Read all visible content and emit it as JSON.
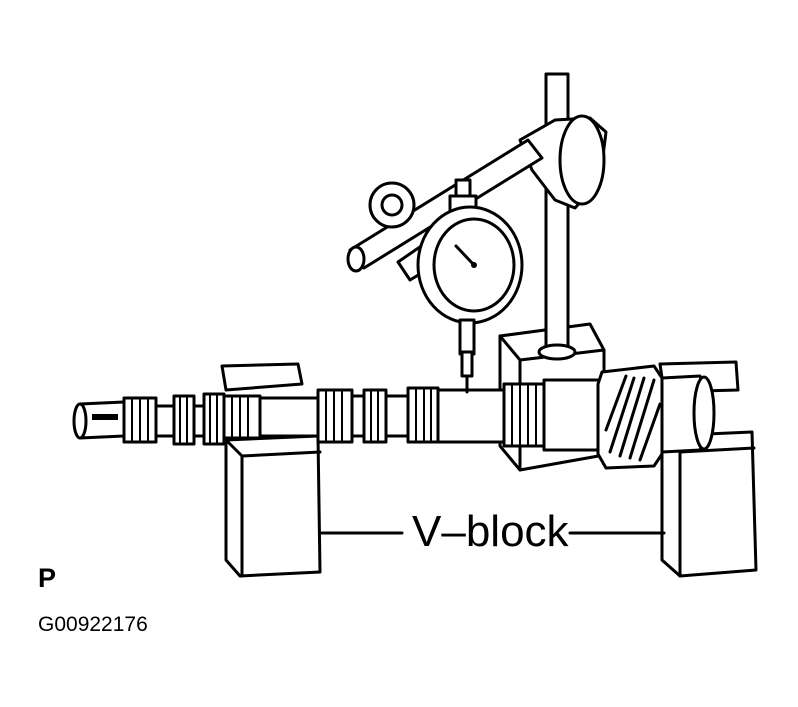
{
  "labels": {
    "v_block": "V–block",
    "view": "P",
    "figure_id": "G00922176"
  },
  "colors": {
    "ink": "#000000",
    "paper": "#ffffff"
  }
}
